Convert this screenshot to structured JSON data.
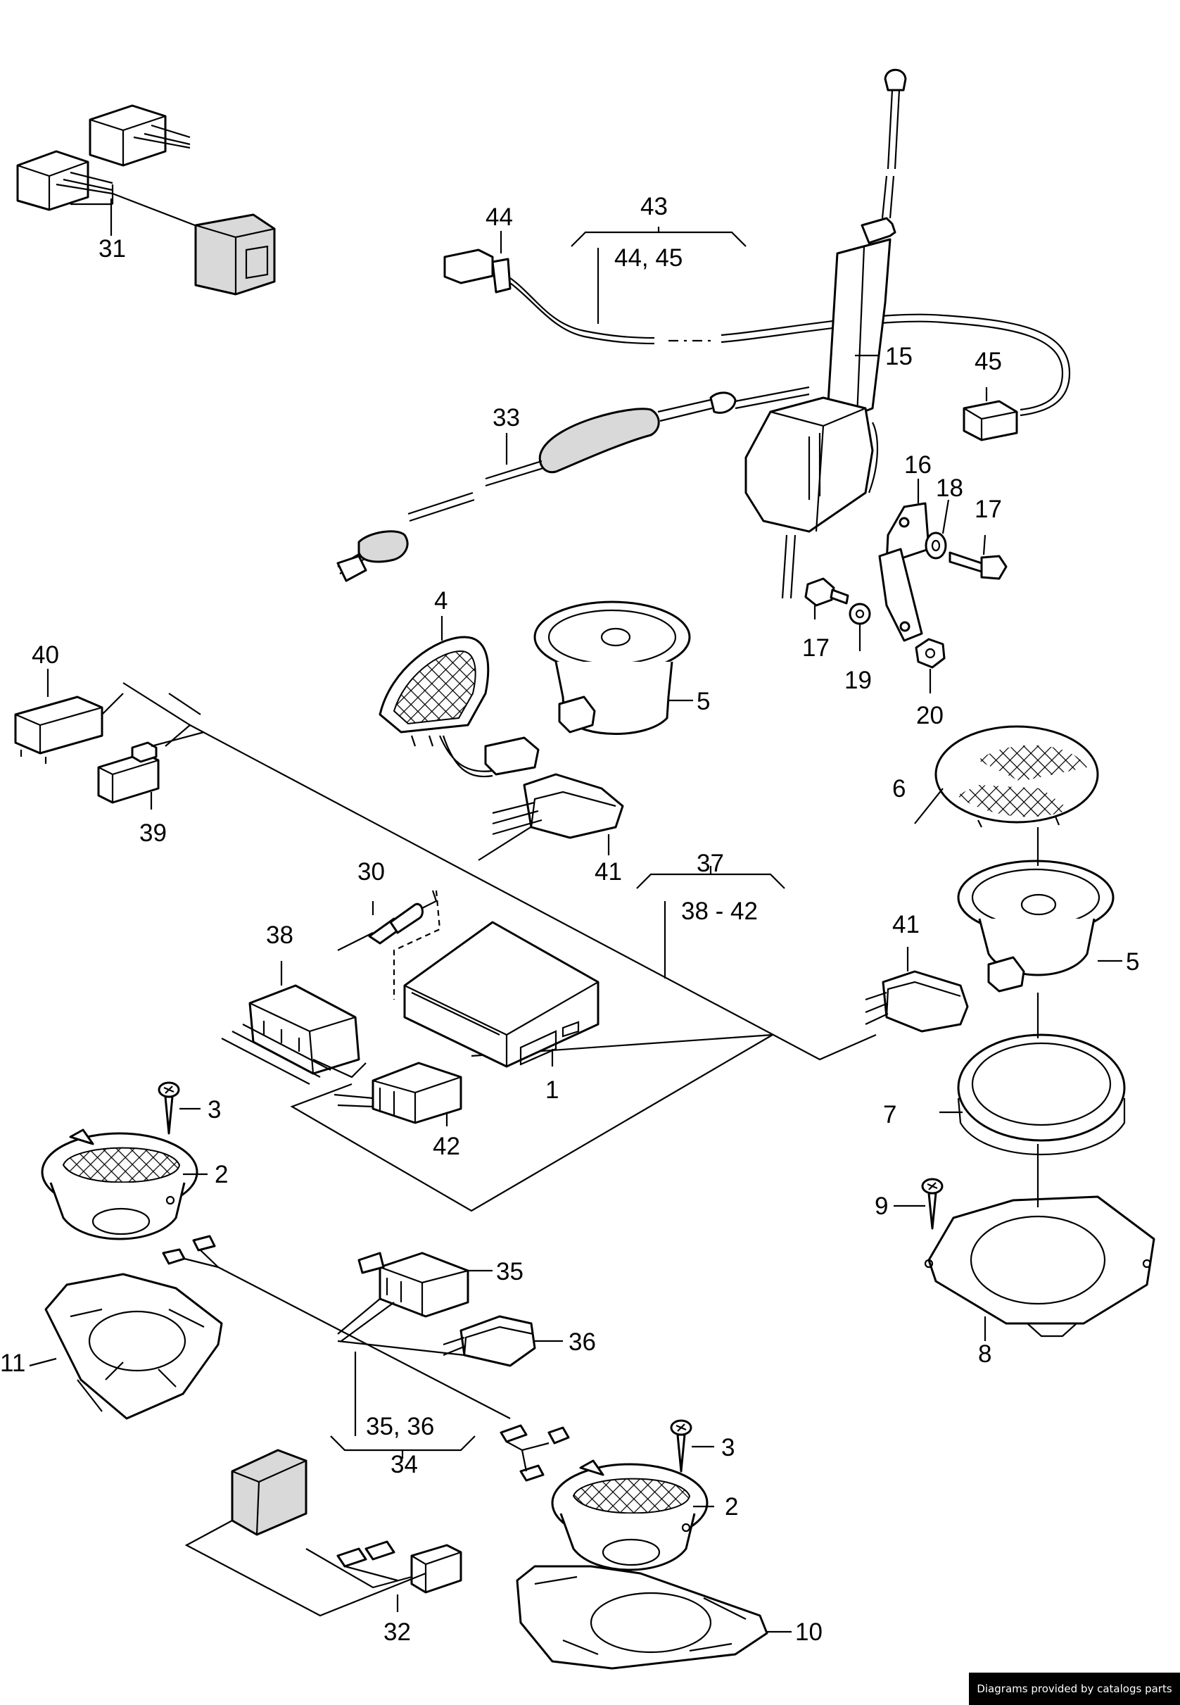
{
  "credit": "Diagrams provided by catalogs parts",
  "labels": {
    "l1": "1",
    "l2a": "2",
    "l2b": "2",
    "l3a": "3",
    "l3b": "3",
    "l4": "4",
    "l5a": "5",
    "l5b": "5",
    "l6": "6",
    "l7": "7",
    "l8": "8",
    "l9": "9",
    "l10": "10",
    "l11": "11",
    "l15": "15",
    "l16": "16",
    "l17a": "17",
    "l17b": "17",
    "l18": "18",
    "l19": "19",
    "l20": "20",
    "l30": "30",
    "l31": "31",
    "l32": "32",
    "l33": "33",
    "l34": "34",
    "l34sub": "35, 36",
    "l35": "35",
    "l36": "36",
    "l37": "37",
    "l37sub": "38 - 42",
    "l38": "38",
    "l39": "39",
    "l40": "40",
    "l41a": "41",
    "l41b": "41",
    "l42": "42",
    "l43": "43",
    "l43sub": "44, 45",
    "l44": "44",
    "l45": "45"
  }
}
